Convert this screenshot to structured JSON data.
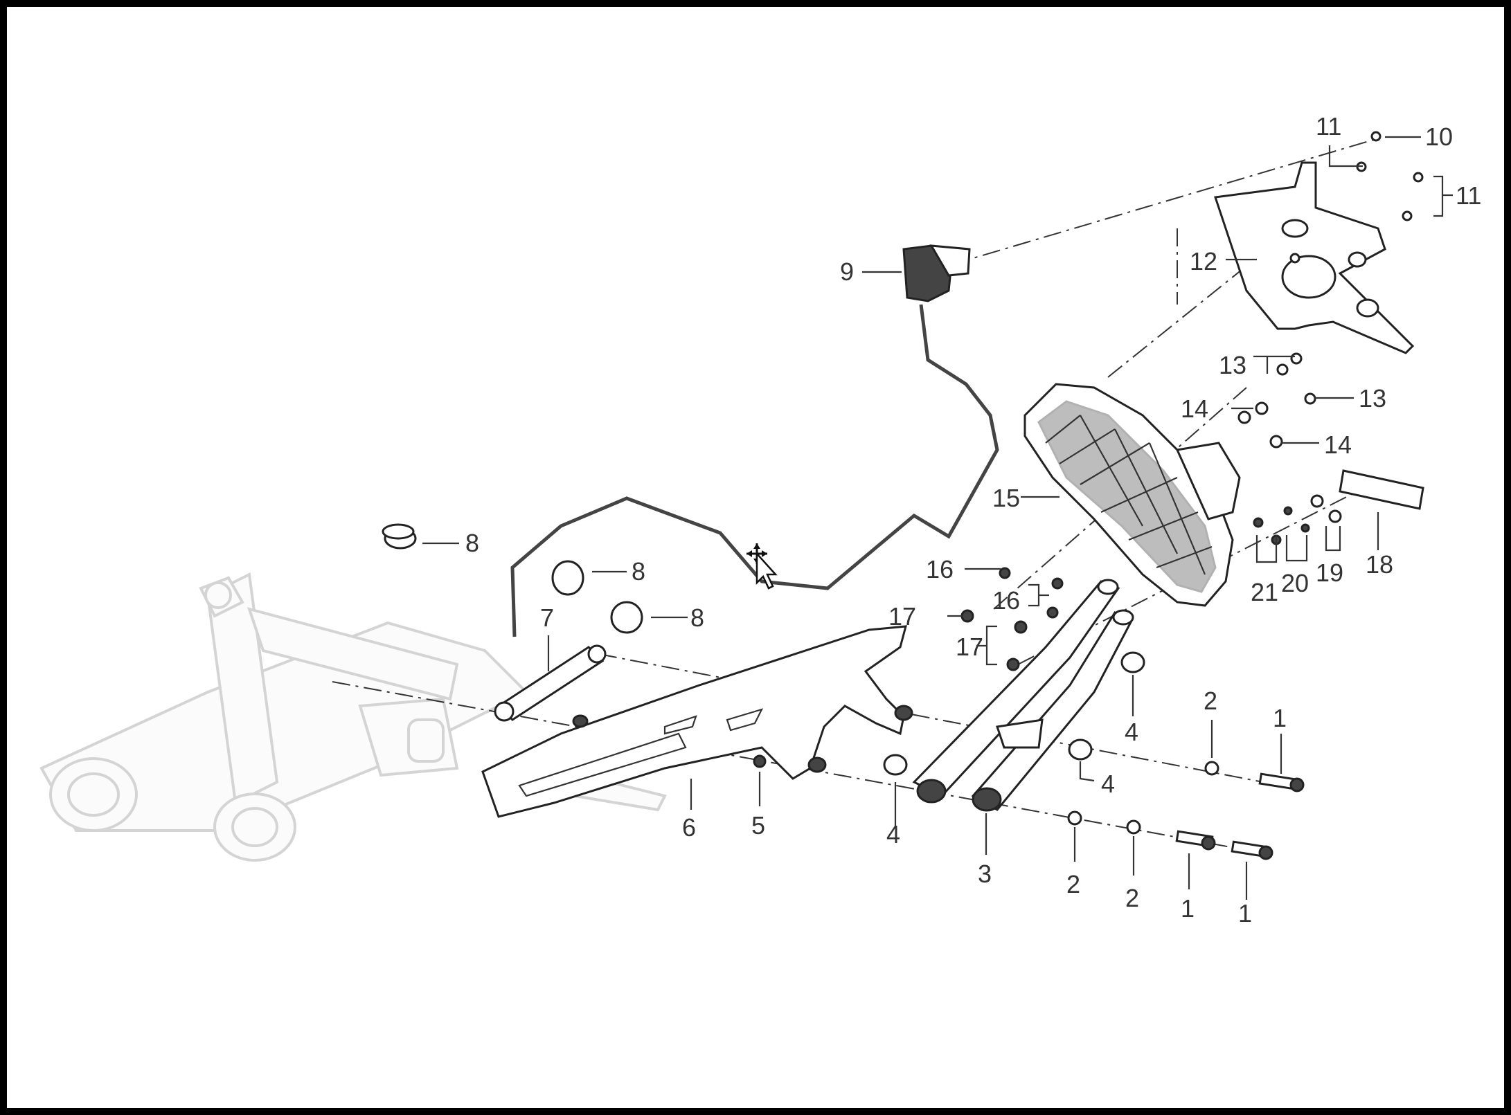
{
  "labels": [
    "1",
    "2",
    "3",
    "4",
    "5",
    "6",
    "7",
    "8",
    "9",
    "10",
    "11",
    "12",
    "13",
    "14",
    "15",
    "16",
    "17",
    "18",
    "19",
    "20",
    "21"
  ],
  "colors": {
    "border": "#000000",
    "ink": "#333333",
    "ghost_frame": "#d4d4d4"
  },
  "cursor": "move-cursor"
}
